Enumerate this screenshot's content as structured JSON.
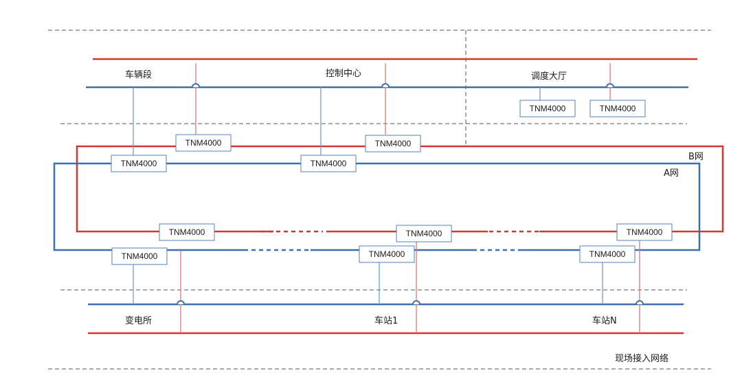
{
  "zones": {
    "depot": "车辆段",
    "control_center": "控制中心",
    "dispatch_hall": "调度大厅",
    "substation": "变电所",
    "station_1": "车站1",
    "station_n": "车站N",
    "field_access_network": "现场接入网络"
  },
  "networks": {
    "b_net": "B网",
    "a_net": "A网"
  },
  "devices": {
    "dispatch_1": "TNM4000",
    "dispatch_2": "TNM4000",
    "depot_red": "TNM4000",
    "control_red": "TNM4000",
    "depot_blue": "TNM4000",
    "control_blue": "TNM4000",
    "ring_red_left": "TNM4000",
    "ring_red_mid": "TNM4000",
    "ring_red_right": "TNM4000",
    "substation_blue": "TNM4000",
    "station1_blue": "TNM4000",
    "stationn_blue": "TNM4000"
  },
  "colors": {
    "b_net_red": "#d9342b",
    "a_net_blue": "#3a6fb0"
  }
}
